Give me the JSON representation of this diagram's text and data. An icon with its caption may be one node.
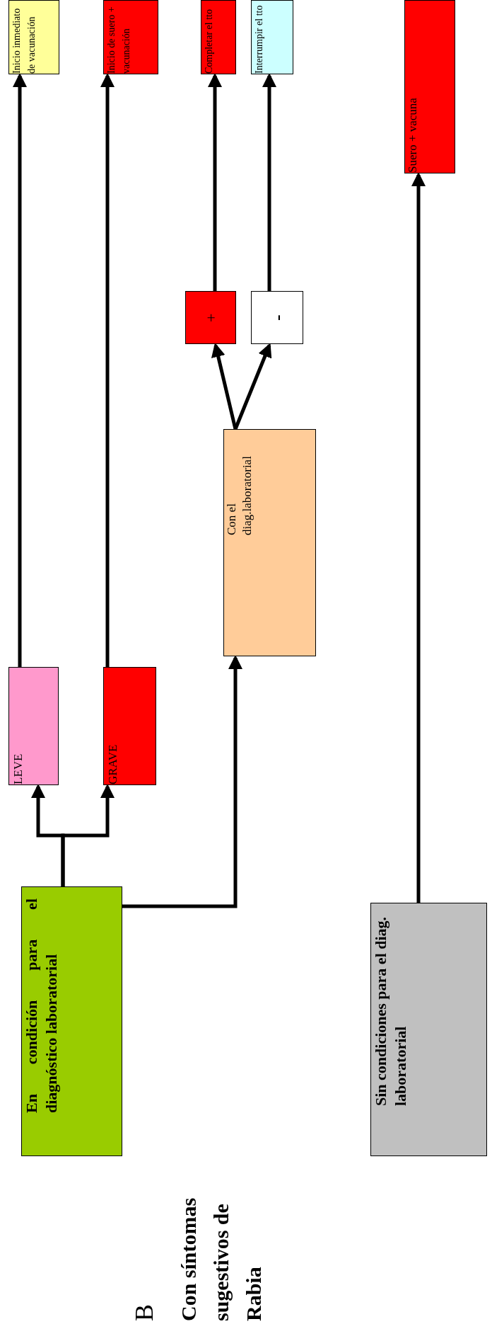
{
  "diagram": {
    "title": "Con síntomas sugestivos de Rabia",
    "nodes": [
      {
        "text": [
          "Inicio inmediato de vacunación"
        ]
      },
      {
        "text": [
          "Inicio de suero + vacunación"
        ]
      },
      {
        "text": [
          "Completar el tto"
        ]
      },
      {
        "text": [
          "Interrumpir el tto"
        ]
      },
      {
        "text": [
          "Suero + vacuna"
        ]
      },
      {
        "text": [
          "+"
        ]
      },
      {
        "text": [
          "-"
        ]
      },
      {
        "text": [
          "Con el diag.laboratorial"
        ]
      },
      {
        "text": [
          "LEVE"
        ]
      },
      {
        "text": [
          "GRAVE"
        ]
      },
      {
        "text": [
          "En condición para el diagnóstico laboratorial"
        ]
      },
      {
        "text": [
          "Sin condiciones para el diag. laboratorial"
        ]
      }
    ],
    "edges": [
      {
        "from": 10,
        "to": 8,
        "arrow": "to"
      },
      {
        "from": 10,
        "to": 9,
        "arrow": "to"
      },
      {
        "from": 8,
        "to": 0,
        "arrow": "to"
      },
      {
        "from": 9,
        "to": 1,
        "arrow": "to"
      },
      {
        "from": 10,
        "to": 7,
        "arrow": "to"
      },
      {
        "from": 7,
        "to": 5,
        "arrow": "to"
      },
      {
        "from": 7,
        "to": 6,
        "arrow": "to"
      },
      {
        "from": 5,
        "to": 2,
        "arrow": "to"
      },
      {
        "from": 6,
        "to": 3,
        "arrow": "to"
      },
      {
        "from": 11,
        "to": 4,
        "arrow": "to"
      }
    ],
    "labels": [
      "B"
    ]
  }
}
